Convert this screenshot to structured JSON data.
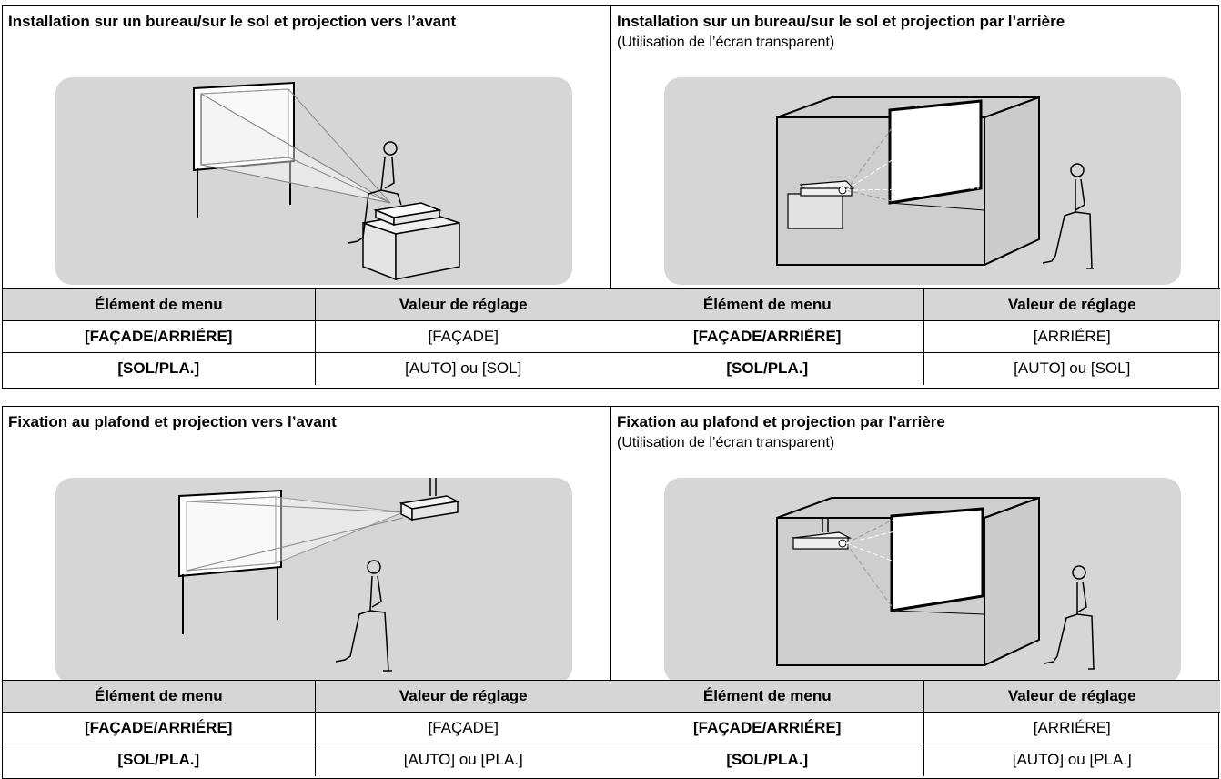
{
  "panels": [
    {
      "title": "Installation sur un bureau/sur le sol et projection vers l’avant",
      "subtitle": "",
      "illustration": "floor-front-projection",
      "table": {
        "headers": [
          "Élément de menu",
          "Valeur de réglage"
        ],
        "rows": [
          [
            "[FAÇADE/ARRIÉRE]",
            "[FAÇADE]"
          ],
          [
            "[SOL/PLA.]",
            "[AUTO] ou [SOL]"
          ]
        ]
      }
    },
    {
      "title": "Installation sur un bureau/sur le sol et projection par l’arrière",
      "subtitle": "(Utilisation de l’écran transparent)",
      "illustration": "floor-rear-projection",
      "table": {
        "headers": [
          "Élément de menu",
          "Valeur de réglage"
        ],
        "rows": [
          [
            "[FAÇADE/ARRIÉRE]",
            "[ARRIÉRE]"
          ],
          [
            "[SOL/PLA.]",
            "[AUTO] ou [SOL]"
          ]
        ]
      }
    },
    {
      "title": "Fixation au plafond et projection vers l’avant",
      "subtitle": "",
      "illustration": "ceiling-front-projection",
      "table": {
        "headers": [
          "Élément de menu",
          "Valeur de réglage"
        ],
        "rows": [
          [
            "[FAÇADE/ARRIÉRE]",
            "[FAÇADE]"
          ],
          [
            "[SOL/PLA.]",
            "[AUTO] ou [PLA.]"
          ]
        ]
      }
    },
    {
      "title": "Fixation au plafond et projection par l’arrière",
      "subtitle": "(Utilisation de l’écran transparent)",
      "illustration": "ceiling-rear-projection",
      "table": {
        "headers": [
          "Élément de menu",
          "Valeur de réglage"
        ],
        "rows": [
          [
            "[FAÇADE/ARRIÉRE]",
            "[ARRIÉRE]"
          ],
          [
            "[SOL/PLA.]",
            "[AUTO] ou [PLA.]"
          ]
        ]
      }
    }
  ],
  "colors": {
    "illustration_background": "#d6d6d6",
    "header_background": "#d6d6d6",
    "border": "#000000"
  }
}
